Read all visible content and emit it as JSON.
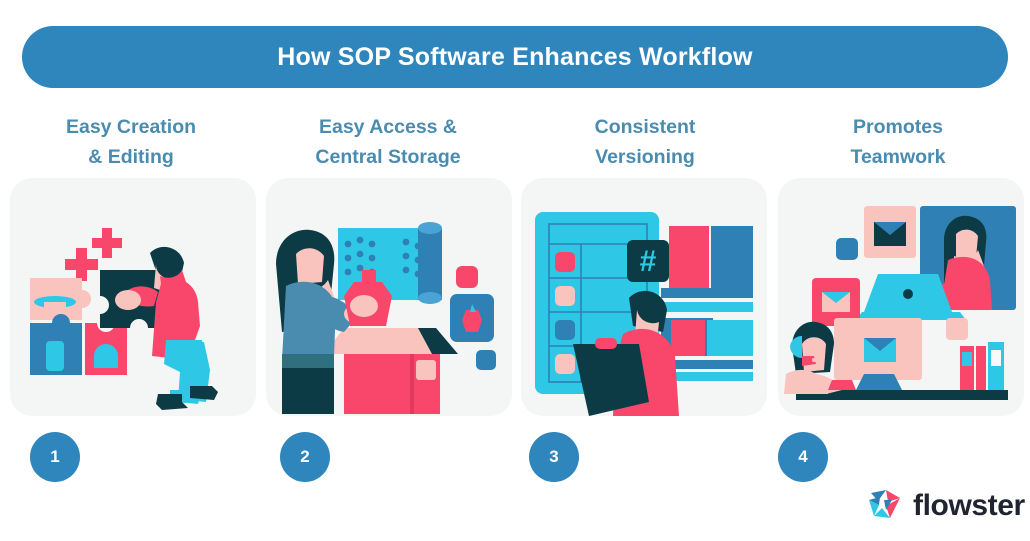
{
  "banner": {
    "title": "How SOP Software Enhances Workflow",
    "color": "#2e86bd"
  },
  "theme": {
    "page_background": "#ffffff",
    "card_background": "#f4f5f5",
    "heading_color": "#4a8cb0",
    "badge_color": "#2e86bd",
    "accent_red": "#f8476a",
    "accent_cyan": "#2ec8e6",
    "accent_blue": "#2f80b5",
    "accent_navy": "#0d3b45",
    "accent_pink": "#f9c4bd"
  },
  "columns": [
    {
      "heading_line1": "Easy Creation",
      "heading_line2": "& Editing",
      "badge": "1",
      "illustration": "puzzle-assembly-illustration"
    },
    {
      "heading_line1": "Easy Access &",
      "heading_line2": "Central Storage",
      "badge": "2",
      "illustration": "packing-box-storage-illustration"
    },
    {
      "heading_line1": "Consistent",
      "heading_line2": "Versioning",
      "badge": "3",
      "illustration": "inventory-checklist-illustration"
    },
    {
      "heading_line1": "Promotes",
      "heading_line2": "Teamwork",
      "badge": "4",
      "illustration": "remote-collaboration-illustration"
    }
  ],
  "logo": {
    "wordmark": "flowster",
    "mark": "flowster-triangle-mark"
  }
}
